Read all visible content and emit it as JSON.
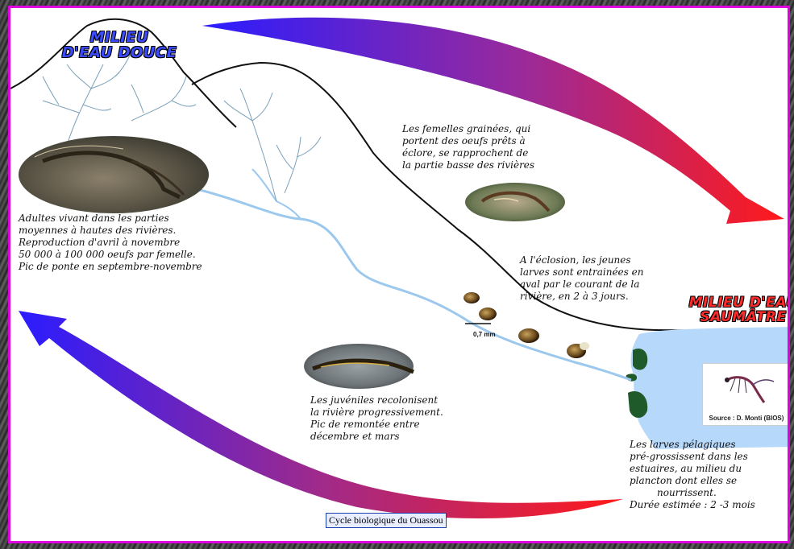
{
  "titles": {
    "fresh_water": [
      "MILIEU",
      "D'EAU DOUCE"
    ],
    "brackish_water": [
      "MILIEU D'EAU",
      "SAUMÂTRE"
    ]
  },
  "notes": {
    "adults": [
      "Adultes vivant dans les parties",
      "moyennes à hautes des rivières.",
      "Reproduction d'avril à novembre",
      "50 000 à 100 000 oeufs par femelle.",
      "Pic de ponte en septembre-novembre"
    ],
    "females": [
      "Les femelles grainées, qui",
      "portent des oeufs prêts à",
      "éclore, se rapprochent de",
      "la partie basse des rivières"
    ],
    "hatching": [
      "A l'éclosion, les jeunes",
      "larves sont entrainées en",
      "aval par le courant de la",
      "rivière, en 2 à 3 jours."
    ],
    "juveniles": [
      "Les juvéniles recolonisent",
      "la rivière progressivement.",
      "Pic de remontée entre",
      "décembre et mars"
    ],
    "larvae": [
      "Les larves pélagiques",
      "pré-grossissent dans les",
      "estuaires, au milieu du",
      "plancton dont elles se",
      "nourrissent.",
      "Durée estimée : 2 -3 mois"
    ]
  },
  "scale_label": "0,7 mm",
  "source_label": "Source : D. Monti (BIOS)",
  "caption": "Cycle biologique du Ouassou",
  "colors": {
    "frame_border": "#e000e0",
    "arrow_start": "#2a1cff",
    "arrow_end": "#ff1a1a",
    "river": "#9cc8ee",
    "estuary": "#b6d8fb",
    "mangrove": "#1f5a2a",
    "fresh_title": "#3b4bff",
    "brackish_title": "#ff2a2a"
  }
}
